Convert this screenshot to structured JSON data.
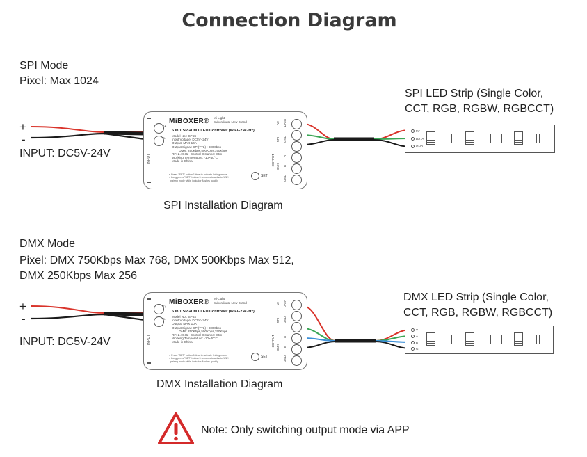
{
  "title": "Connection Diagram",
  "spi": {
    "mode": "SPI Mode",
    "pixel": "Pixel: Max 1024",
    "plus": "+",
    "minus": "-",
    "input": "INPUT: DC5V-24V",
    "strip_line1": "SPI LED Strip (Single Color,",
    "strip_line2": "CCT, RGB, RGBW, RGBCCT)",
    "caption": "SPI Installation Diagram",
    "strip_pads": [
      "5V",
      "DATA",
      "GND"
    ]
  },
  "dmx": {
    "mode": "DMX Mode",
    "pixel_line1": "Pixel: DMX 750Kbps Max 768, DMX 500Kbps Max 512,",
    "pixel_line2": "DMX 250Kbps Max 256",
    "plus": "+",
    "minus": "-",
    "input": "INPUT: DC5V-24V",
    "strip_line1": "DMX LED Strip (Single Color,",
    "strip_line2": "CCT, RGB, RGBW, RGBCCT)",
    "caption": "DMX Installation Diagram",
    "strip_pads": [
      "V+",
      "A",
      "B",
      "G"
    ]
  },
  "controller": {
    "brand": "MiBOXER®",
    "sub1": "Mi·Light",
    "sub2": "Subordinate New Brand",
    "model_title": "5 in 1 SPI+DMX LED Controller (WiFi+2.4GHz)",
    "specs": "Model No.: SP6S\nInput Voltage: DC5V~24V\nOutput: MAX 10A\nOutput Signal: SPI(TTL) : 800Kbps\n        DMX: 250Kbps,500Kbps,750Kbps\nRF: 2.4GHz  Control Distance: 30m\nWorking Temperature: -10~40°C\nMade in China",
    "notes": "● Press \"SET\" button 1 time to activate linking mode\n● Long press \"SET\" button 3 seconds to activate WiFi\n  pairing mode while indicator flashes quickly",
    "vplus": "V+",
    "vminus": "V-",
    "input_label": "INPUT",
    "output_label": "OUTPUT",
    "spi_label": "SPI",
    "dmx_label": "DMX",
    "set_label": "SET",
    "out_pins": [
      "V+",
      "DATA",
      "GND",
      "A",
      "B",
      "GND"
    ]
  },
  "note": "Note: Only switching output mode via APP",
  "colors": {
    "wire_black": "#1a1a1a",
    "wire_red": "#d9342b",
    "wire_green": "#3aa655",
    "wire_blue": "#3b8fd8",
    "warning_red": "#d42a2a"
  }
}
